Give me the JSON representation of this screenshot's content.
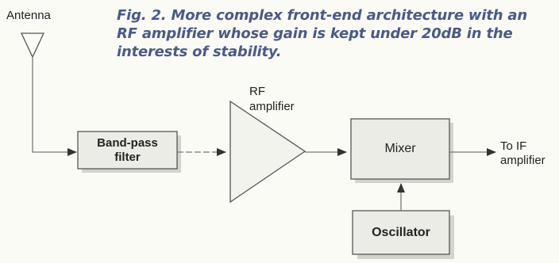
{
  "caption": "Fig. 2. More complex front-end architecture with an RF amplifier whose gain is kept under 20dB in the interests of stability.",
  "blocks": {
    "antenna": "Antenna",
    "bandpass_line1": "Band-pass",
    "bandpass_line2": "filter",
    "rf_amp_line1": "RF",
    "rf_amp_line2": "amplifier",
    "mixer": "Mixer",
    "oscillator": "Oscillator",
    "output_line1": "To IF",
    "output_line2": "amplifier"
  },
  "colors": {
    "block_fill": "#ecece6",
    "block_stroke": "#4a4a4a",
    "caption_text": "#4a5a88",
    "wire": "#6a6a6a"
  }
}
